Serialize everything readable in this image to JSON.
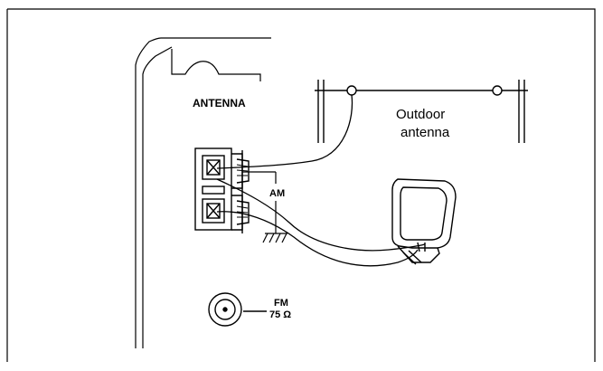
{
  "labels": {
    "antenna": "ANTENNA",
    "outdoor_line1": "Outdoor",
    "outdoor_line2": "antenna",
    "am": "AM",
    "fm": "FM",
    "fm_impedance": "75 Ω"
  },
  "colors": {
    "ink": "#000000",
    "paper": "#ffffff"
  }
}
